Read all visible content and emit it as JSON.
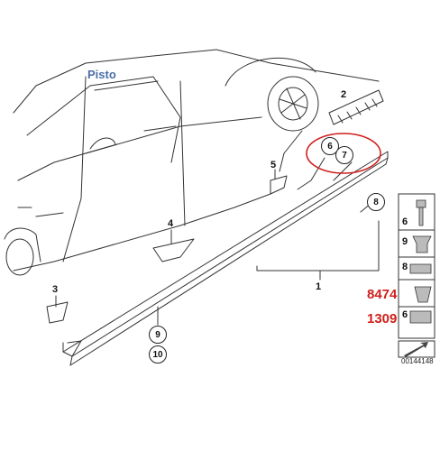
{
  "watermark": "Pisto",
  "callouts": {
    "c1": "1",
    "c2": "2",
    "c3": "3",
    "c4": "4",
    "c5": "5",
    "c6": "6",
    "c7": "7",
    "c8": "8",
    "c9": "9",
    "c10": "10"
  },
  "panel": {
    "p6": "6",
    "p9": "9",
    "p8": "8",
    "p6b": "6"
  },
  "red_numbers": {
    "n1": "8474",
    "n2": "1309"
  },
  "document_number": "00144148",
  "colors": {
    "highlight": "#d0201c",
    "line": "#222222",
    "watermark": "#4b6fa6"
  }
}
